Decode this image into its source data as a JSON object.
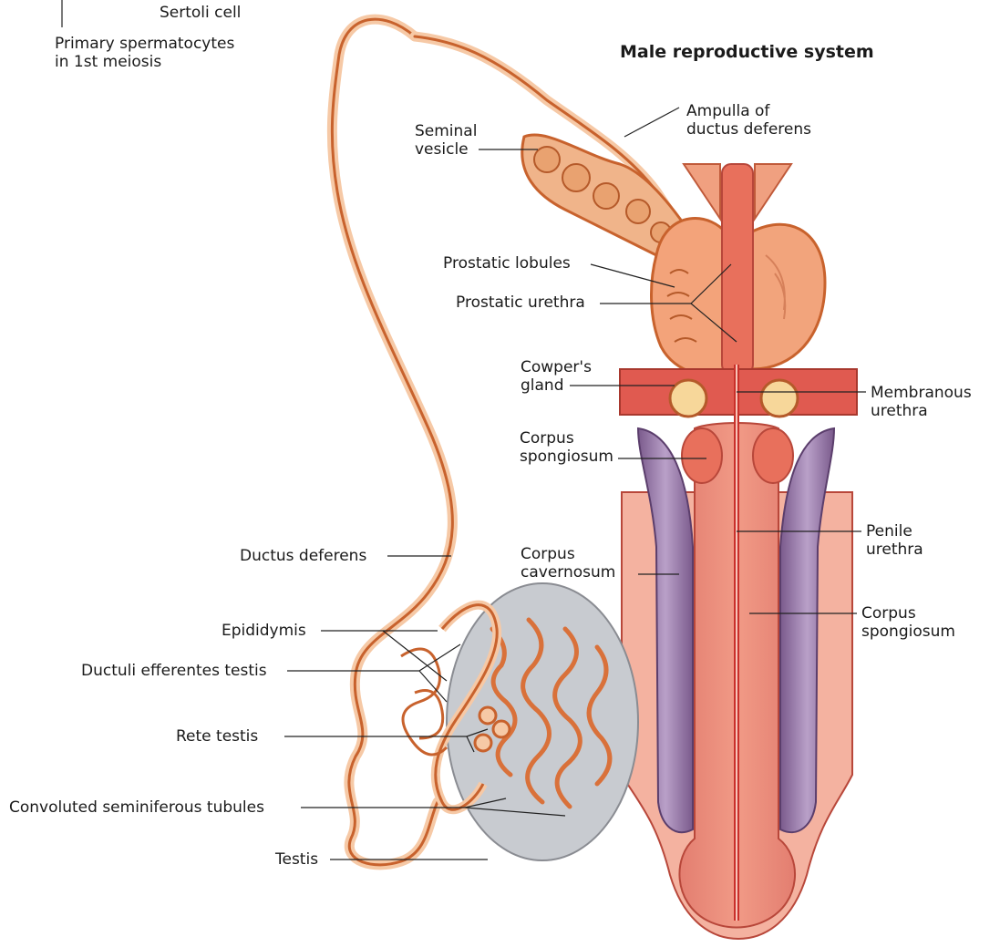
{
  "title": "Male reproductive system",
  "labels": {
    "sertoli": "Sertoli cell",
    "primary": "Primary spermatocytes\nin 1st meiosis",
    "seminal_vesicle": "Seminal\nvesicle",
    "ampulla": "Ampulla of\nductus deferens",
    "prostatic_lobules": "Prostatic lobules",
    "prostatic_urethra": "Prostatic urethra",
    "cowpers": "Cowper's\ngland",
    "membranous": "Membranous\nurethra",
    "corpus_spong_1": "Corpus\nspongiosum",
    "penile_urethra": "Penile\nurethra",
    "ductus_deferens": "Ductus deferens",
    "corpus_cavernosum": "Corpus\ncavernosum",
    "corpus_spong_2": "Corpus\nspongiosum",
    "epididymis": "Epididymis",
    "ductuli": "Ductuli efferentes testis",
    "rete": "Rete testis",
    "convoluted": "Convoluted seminiferous tubules",
    "testis": "Testis"
  },
  "colors": {
    "duct": "#d9713a",
    "duct_light": "#f6c9a6",
    "tissue": "#e98a6e",
    "spongy": "#d96a5d",
    "cavernous": "#8d6a9c",
    "cavernous_light": "#c9b2d6",
    "testis_fill": "#c8cbd0",
    "gland": "#f0b48a"
  }
}
